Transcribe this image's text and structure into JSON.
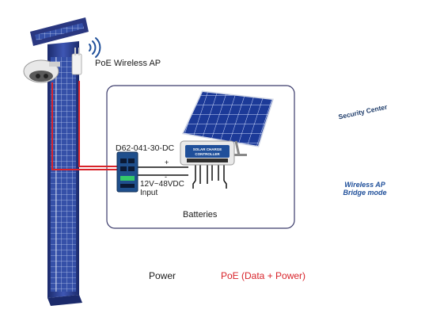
{
  "labels": {
    "ap": "PoE Wireless AP",
    "switch_model": "D62-041-30-DC",
    "voltage_line1": "12V~48VDC",
    "voltage_line2": "Input",
    "batteries": "Batteries",
    "controller_line1": "SOLAR CHARGE",
    "controller_line2": "CONTROLLER",
    "security_center": "Security Center",
    "bridge_line1": "Wireless AP",
    "bridge_line2": "Bridge mode",
    "plus": "+",
    "minus": "-"
  },
  "legend": {
    "power": "Power",
    "poe": "PoE (Data + Power)"
  },
  "colors": {
    "power_line": "#111111",
    "poe_line": "#d8232a",
    "pole": "#2b3f8c",
    "panel": "#1f3f9a",
    "switch": "#1f4f8c",
    "bridge_text": "#1f4f9a"
  },
  "icons": [
    "wifi-icon",
    "solar-panel-icon",
    "battery-icon",
    "lightning-icon",
    "camera-icon",
    "access-point-icon",
    "switch-icon"
  ]
}
